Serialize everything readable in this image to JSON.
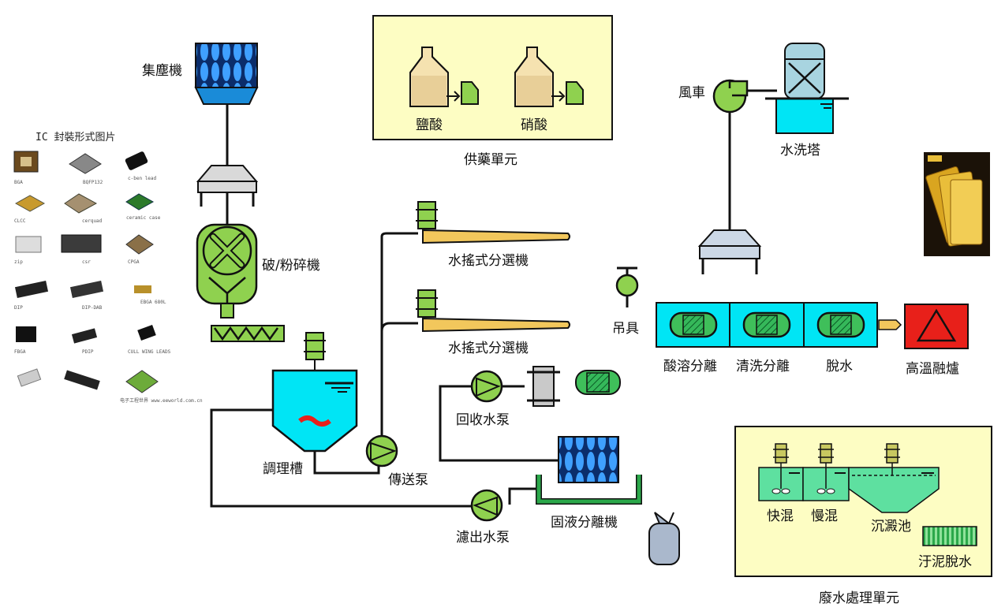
{
  "labels": {
    "dust_collector": "集塵機",
    "crusher": "破/粉碎機",
    "conditioning_tank": "調理槽",
    "transfer_pump": "傳送泵",
    "shaking_table_1": "水搖式分選機",
    "shaking_table_2": "水搖式分選機",
    "recycle_pump": "回收水泵",
    "filtrate_pump": "濾出水泵",
    "solid_liquid_separator": "固液分離機",
    "hydrochloric_acid": "鹽酸",
    "nitric_acid": "硝酸",
    "chemical_unit": "供藥單元",
    "fan": "風車",
    "scrubber": "水洗塔",
    "hoist": "吊具",
    "acid_separation": "酸溶分離",
    "wash_separation": "清洗分離",
    "dewater": "脫水",
    "furnace": "高溫融爐",
    "rapid_mix": "快混",
    "slow_mix": "慢混",
    "sedimentation": "沉澱池",
    "sludge_dewater": "汙泥脫水",
    "wastewater_unit": "廢水處理單元"
  },
  "ic_gallery": {
    "title": "IC 封裝形式图片",
    "items": [
      "BGA",
      "BQFP132",
      "c-ben lead",
      "CLCC",
      "cerquad",
      "ceramic case",
      "zip",
      "csr",
      "CPGA",
      "DIP",
      "DIP-DAB",
      "EBGA 680L",
      "FBGA",
      "PDIP",
      "CULL WING LEADS",
      "",
      "",
      "电子工程世界 www.eeworld.com.cn"
    ]
  },
  "colors": {
    "cyan": "#00e5f5",
    "green": "#8fd14f",
    "yellow_panel": "#fdfdc3",
    "gold": "#f2c75c",
    "red": "#e8201a",
    "blue": "#1a8bd8"
  }
}
